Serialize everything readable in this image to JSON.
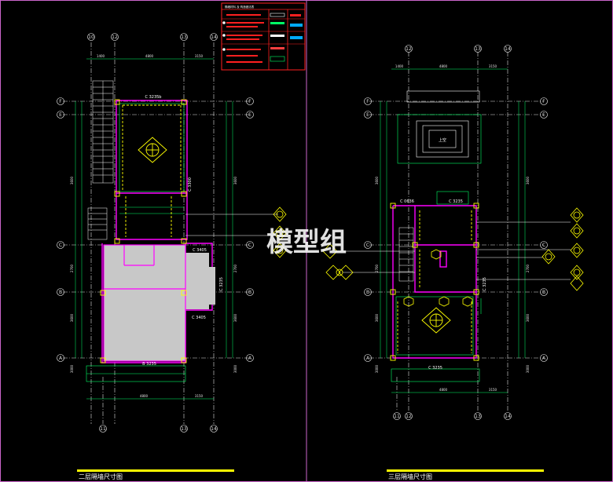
{
  "watermark": "模型组",
  "left_plan": {
    "title": "二层隔墙尺寸图",
    "grid_top": [
      "10",
      "12",
      "13",
      "14"
    ],
    "grid_bottom": [
      "11",
      "13",
      "14"
    ],
    "grid_rows": [
      "F",
      "E",
      "C",
      "B",
      "A"
    ],
    "dims_top": [
      "1400",
      "4800",
      "3150"
    ],
    "dims_bottom": [
      "4800",
      "3150"
    ],
    "dims_left": [
      "3600",
      "2700",
      "3600",
      "3000"
    ],
    "dims_right": [
      "3600",
      "2700",
      "3600",
      "3000"
    ],
    "room_tags": [
      "C 3235b",
      "C 3300",
      "C 3405",
      "C 3235",
      "C 3405",
      "B 3235"
    ]
  },
  "right_plan": {
    "title": "三层隔墙尺寸图",
    "grid_top": [
      "12",
      "13",
      "14"
    ],
    "grid_bottom": [
      "11",
      "12",
      "13",
      "14"
    ],
    "grid_rows": [
      "F",
      "E",
      "C",
      "B",
      "A"
    ],
    "dims_top": [
      "1400",
      "4800",
      "3150"
    ],
    "dims_bottom": [
      "4800",
      "3150"
    ],
    "dims_left": [
      "3600",
      "2700",
      "3600",
      "3000"
    ],
    "dims_right": [
      "3600",
      "2700",
      "3600",
      "3000"
    ],
    "room_tags": [
      "C 0636",
      "C 3235",
      "C 3235",
      "C 3235"
    ],
    "void_label": "上空"
  },
  "legend": {
    "header": "隔墙材料 及 构造做法表"
  },
  "colors": {
    "background": "#000000",
    "wall": "#ff00ff",
    "column": "#ffff00",
    "grid_line": "#e0e0e0",
    "gray_fill": "#c8c8c8",
    "legend_red": "#ff0000",
    "legend_blue": "#00aaff",
    "title_bar": "#ffff00"
  }
}
